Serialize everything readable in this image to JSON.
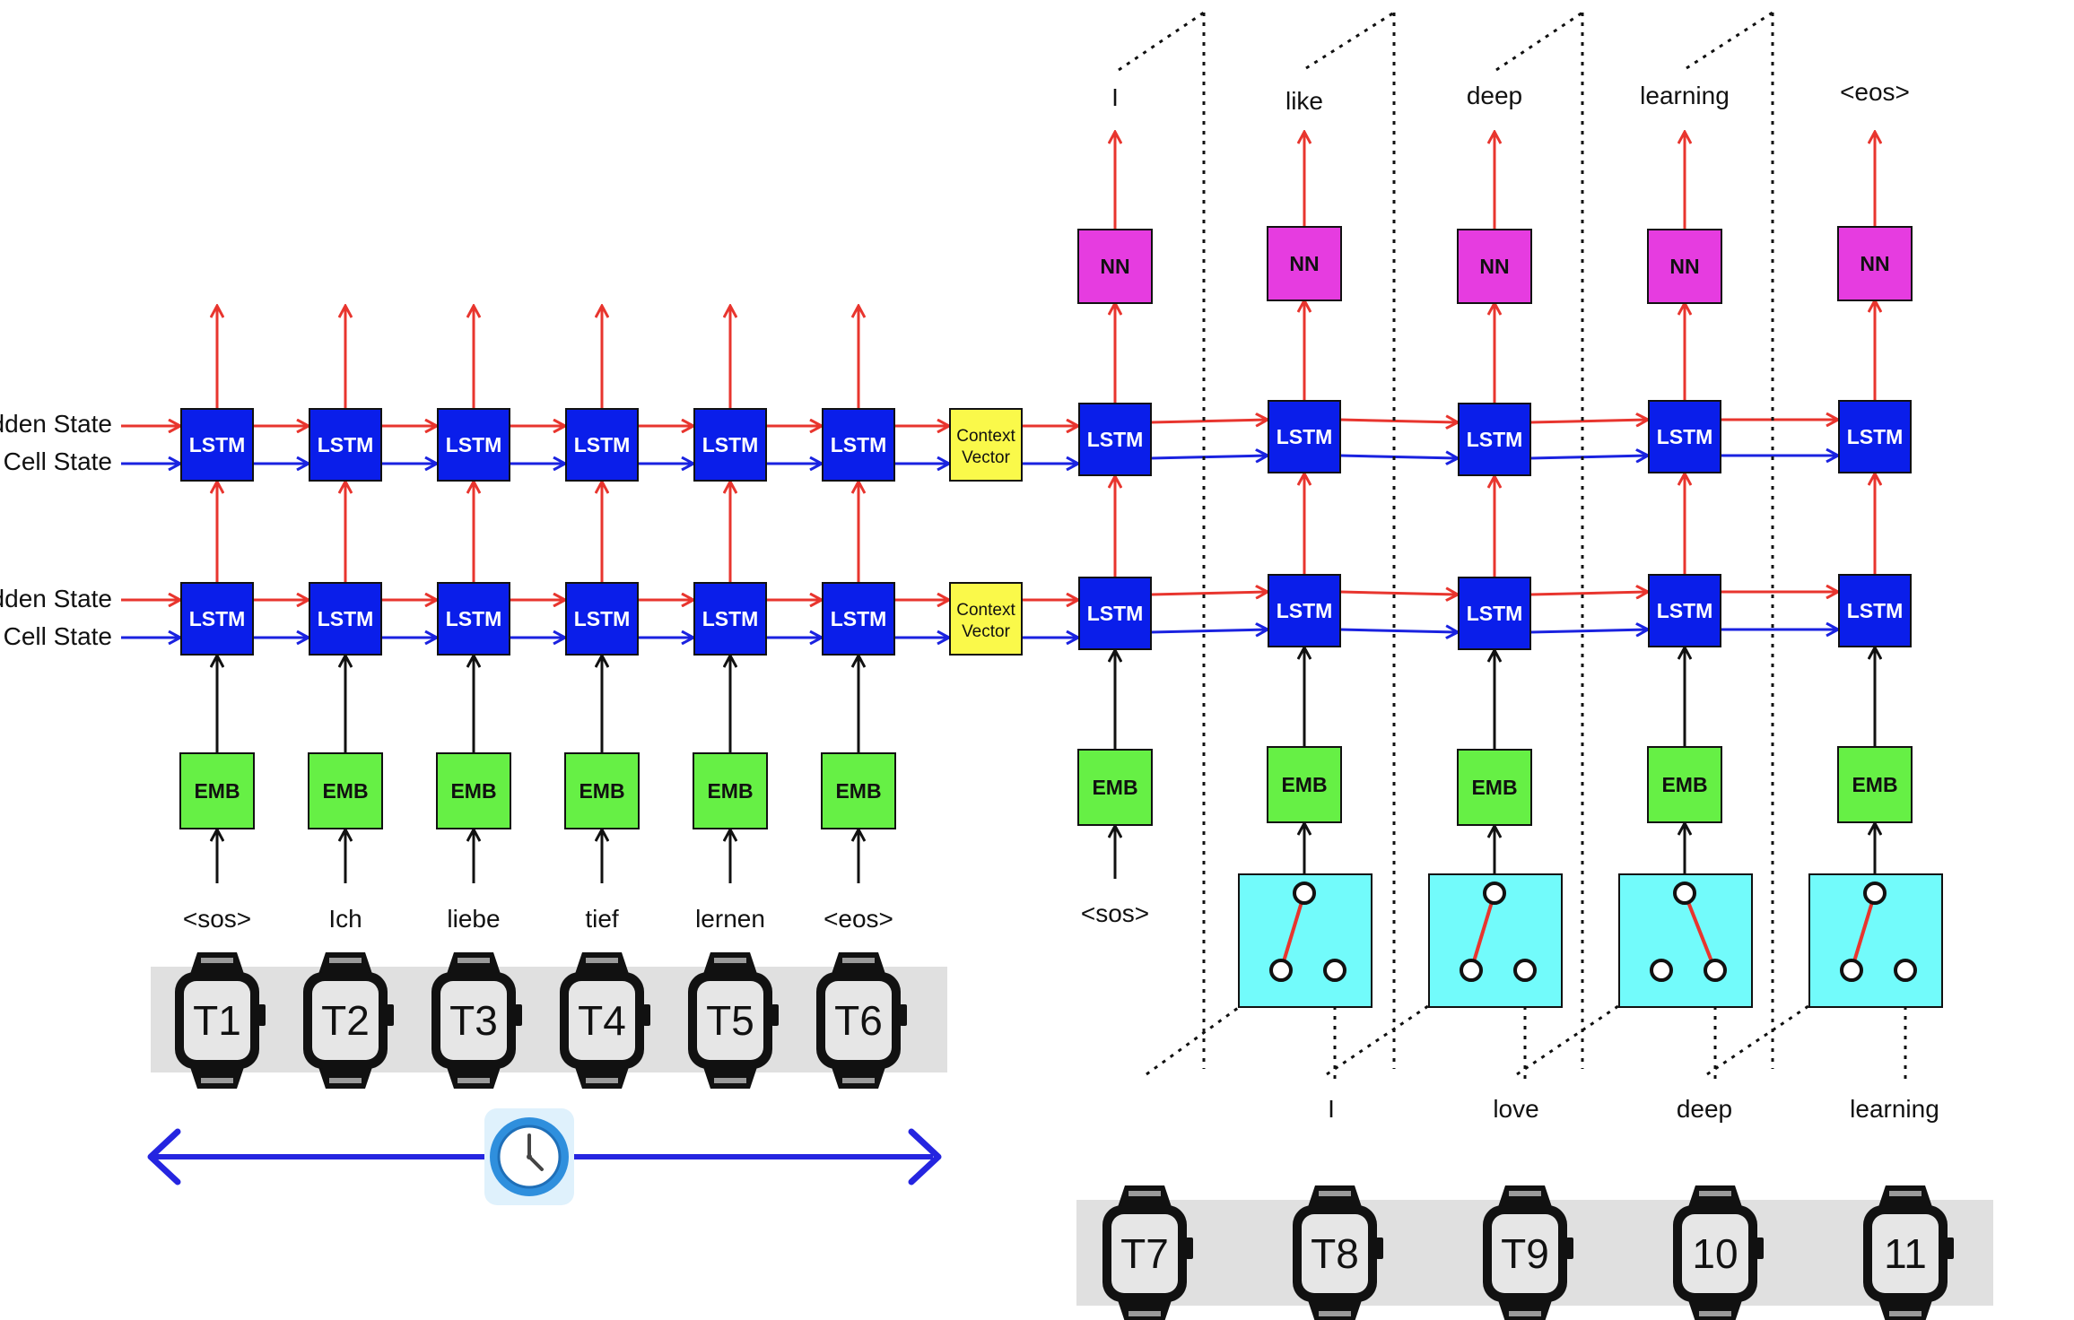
{
  "labels": {
    "hidden_state": "Hidden State",
    "cell_state": "Cell State",
    "lstm": "LSTM",
    "emb": "EMB",
    "nn": "NN",
    "context_line1": "Context",
    "context_line2": "Vector"
  },
  "encoder": {
    "inputs": [
      "<sos>",
      "Ich",
      "liebe",
      "tief",
      "lernen",
      "<eos>"
    ],
    "timesteps": [
      "T1",
      "T2",
      "T3",
      "T4",
      "T5",
      "T6"
    ]
  },
  "decoder": {
    "outputs": [
      "I",
      "like",
      "deep",
      "learning",
      "<eos>"
    ],
    "first_input": "<sos>",
    "teacher_inputs": [
      "I",
      "love",
      "deep",
      "learning"
    ],
    "timesteps": [
      "T7",
      "T8",
      "T9",
      "10",
      "11"
    ]
  },
  "colors": {
    "lstm": "#0a1eea",
    "emb": "#66f045",
    "nn": "#e63ce0",
    "context": "#faf94a",
    "switch": "#72fbfb",
    "hidden_arrow": "#e8352e",
    "cell_arrow": "#1a22e0",
    "timeline": "#2525e0",
    "band": "#e0e0e0"
  },
  "icons": {
    "timestep": "smartwatch-icon",
    "timeline": "clock-icon"
  }
}
